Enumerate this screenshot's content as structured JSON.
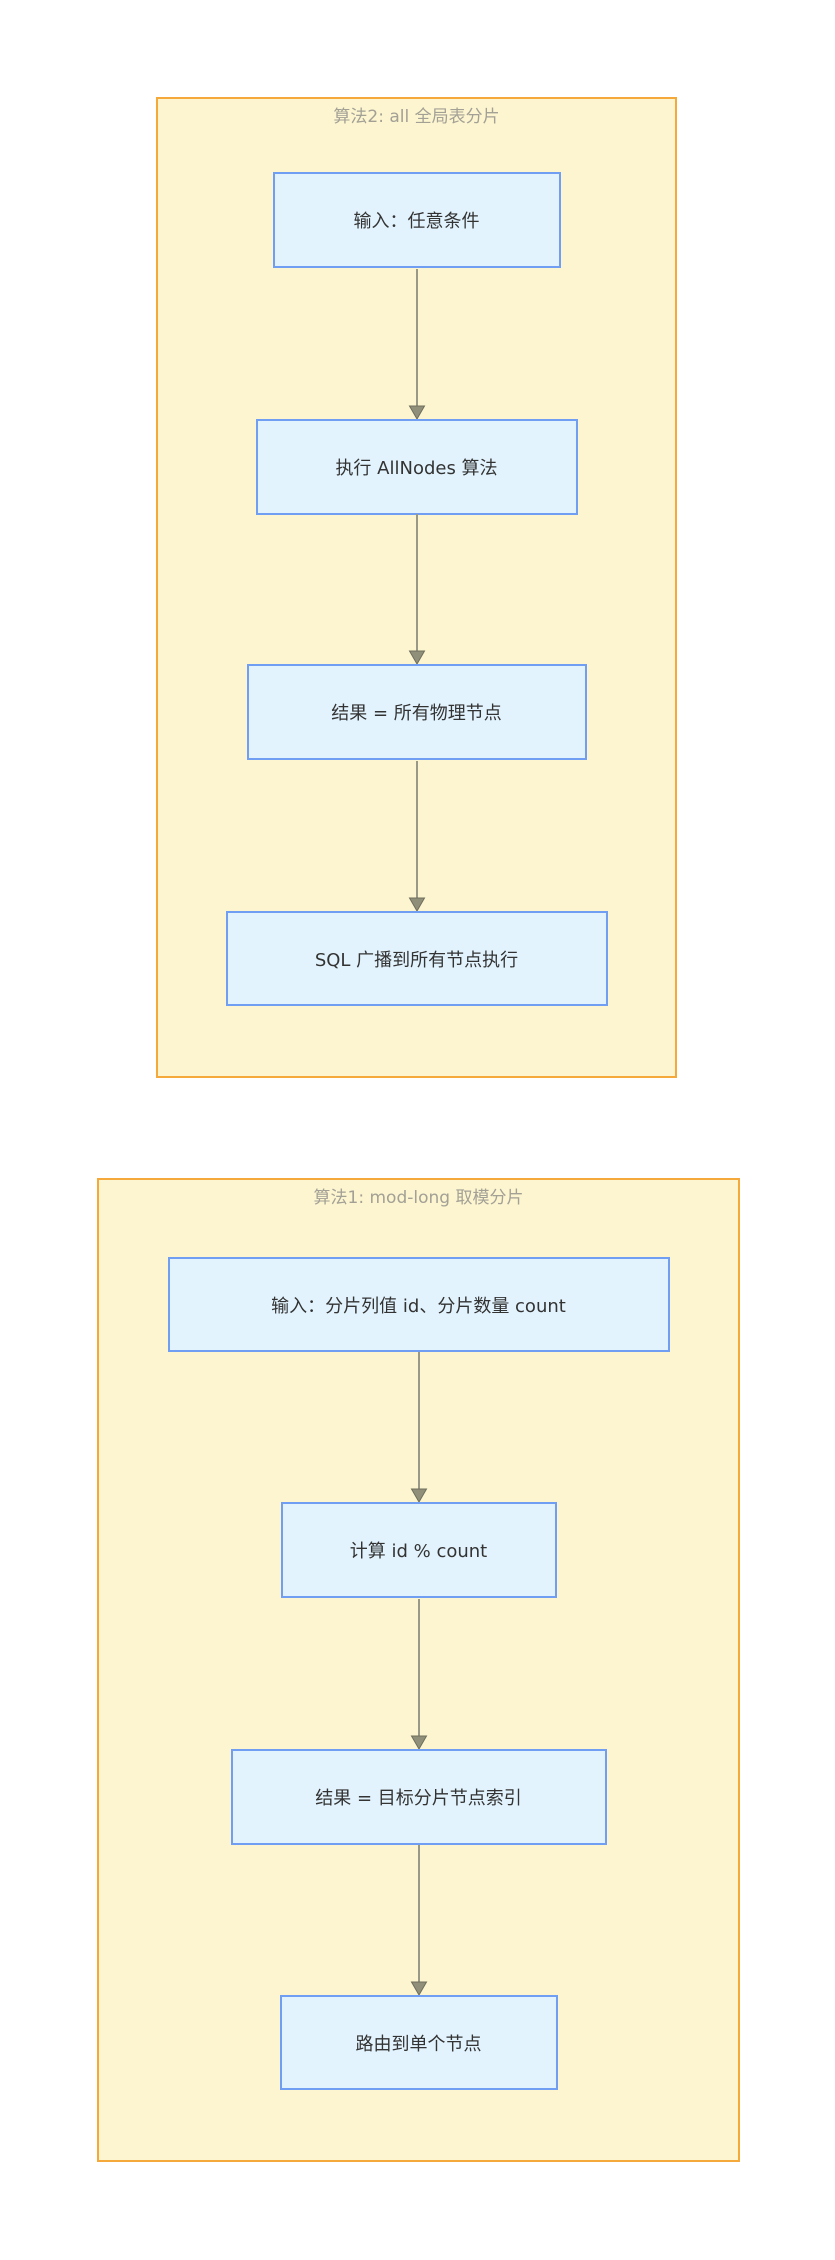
{
  "canvas": {
    "background": "#ffffff"
  },
  "palette": {
    "subgraph_fill": "#FCF5CF",
    "subgraph_border": "#F5A93B",
    "subgraph_title_color": "#A3A096",
    "node_fill": "#E2F3FD",
    "node_border": "#6F9EF2",
    "node_text_color": "#333333",
    "edge_color": "#999988",
    "arrowhead_fill": "#90907A"
  },
  "diagrams": [
    {
      "title": "算法2: all 全局表分片",
      "nodes": [
        {
          "label": "输入：任意条件"
        },
        {
          "label": "执行 AllNodes 算法"
        },
        {
          "label": "结果 = 所有物理节点"
        },
        {
          "label": "SQL 广播到所有节点执行"
        }
      ],
      "edges": [
        {
          "from": 0,
          "to": 1
        },
        {
          "from": 1,
          "to": 2
        },
        {
          "from": 2,
          "to": 3
        }
      ]
    },
    {
      "title": "算法1: mod-long 取模分片",
      "nodes": [
        {
          "label": "输入：分片列值 id、分片数量 count"
        },
        {
          "label": "计算 id % count"
        },
        {
          "label": "结果 = 目标分片节点索引"
        },
        {
          "label": "路由到单个节点"
        }
      ],
      "edges": [
        {
          "from": 0,
          "to": 1
        },
        {
          "from": 1,
          "to": 2
        },
        {
          "from": 2,
          "to": 3
        }
      ]
    }
  ]
}
